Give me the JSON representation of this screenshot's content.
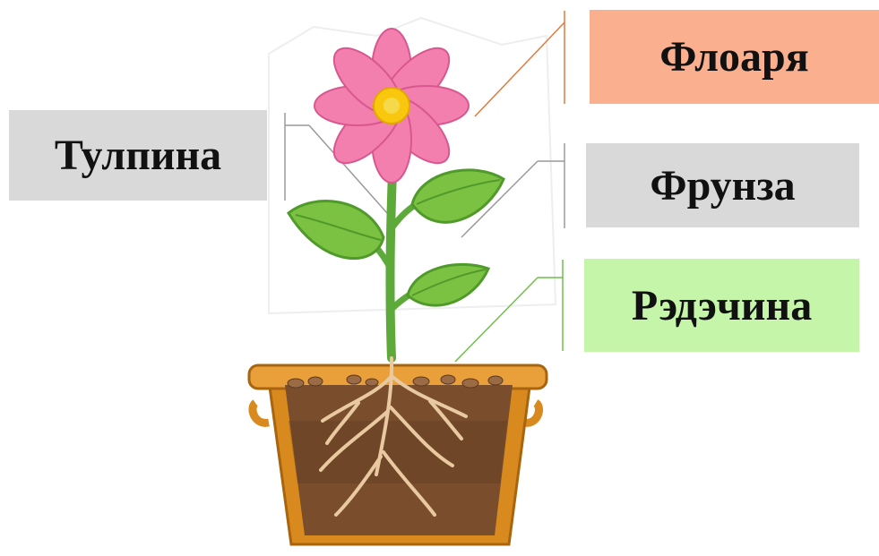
{
  "labels": {
    "floarea": "Флоаря",
    "frunza": "Фрунза",
    "radacina": "Рэдэчина",
    "tulpina": "Тулпина"
  },
  "colors": {
    "floarea_box": "#FAB08E",
    "frunza_box": "#D9D9D9",
    "radacina_box": "#C4F5A8",
    "tulpina_box": "#D9D9D9",
    "petal": "#F27FAE",
    "petal_dark": "#D8578F",
    "flower_center": "#F9C80E",
    "leaf": "#7CC242",
    "leaf_dark": "#4F9A2A",
    "stem": "#5DAA3A",
    "pot": "#D98A1E",
    "pot_dark": "#A8650E",
    "soil": "#7A4E2D",
    "soil_dark": "#5B3920",
    "root": "#E9C9A0",
    "leader_orange": "#E07B3E",
    "leader_gray": "#9A9A9A",
    "leader_green": "#6FBF4A"
  }
}
